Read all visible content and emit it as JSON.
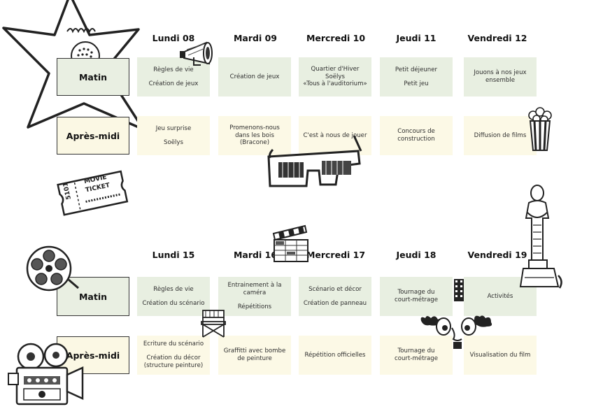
{
  "week1": {
    "days": [
      "Lundi 08",
      "Mardi 09",
      "Mercredi 10",
      "Jeudi 11",
      "Vendredi 12"
    ],
    "rows": [
      {
        "label": "Matin",
        "cells": [
          [
            "Règles de vie",
            "Création de jeux"
          ],
          [
            "Création de jeux"
          ],
          [
            "Quartier d'Hiver",
            "Soëlys",
            "«Tous à l'auditorium»"
          ],
          [
            "Petit déjeuner",
            "Petit jeu"
          ],
          [
            "Jouons à nos jeux",
            "ensemble"
          ]
        ]
      },
      {
        "label": "Après-midi",
        "cells": [
          [
            "Jeu surprise",
            "Soëlys"
          ],
          [
            "Promenons-nous",
            "dans les bois",
            "(Bracone)"
          ],
          [
            "C'est à nous de jouer"
          ],
          [
            "Concours de",
            "construction"
          ],
          [
            "Diffusion de films"
          ]
        ]
      }
    ]
  },
  "week2": {
    "days": [
      "Lundi 15",
      "Mardi 16",
      "Mercredi 17",
      "Jeudi 18",
      "Vendredi 19"
    ],
    "rows": [
      {
        "label": "Matin",
        "cells": [
          [
            "Règles de vie",
            "Création du scénario"
          ],
          [
            "Entrainement à la",
            "caméra",
            "Répétitions"
          ],
          [
            "Scénario et décor",
            "Création de panneau"
          ],
          [
            "Tournage du",
            "court-métrage"
          ],
          [
            "Activités"
          ]
        ]
      },
      {
        "label": "Après-midi",
        "cells": [
          [
            "Ecriture du scénario",
            "Création du décor",
            "(structure peinture)"
          ],
          [
            "Graffitti avec bombe",
            "de peinture"
          ],
          [
            "Répétition officielles"
          ],
          [
            "Tournage du",
            "court-métrage"
          ],
          [
            "Visualisation du film"
          ]
        ]
      }
    ]
  },
  "ticket": {
    "line1": "MOVIE",
    "line2": "TICKET",
    "number": "5101"
  },
  "icons": [
    "star-icon",
    "megaphone-icon",
    "popcorn-icon",
    "3d-glasses-icon",
    "movie-ticket-icon",
    "film-reel-icon",
    "clapperboard-icon",
    "oscar-statue-icon",
    "directors-chair-icon",
    "cartoon-face-icon",
    "movie-camera-icon"
  ],
  "colors": {
    "morning": "#e8efe1",
    "afternoon": "#fcf9e6",
    "border": "#333333"
  }
}
